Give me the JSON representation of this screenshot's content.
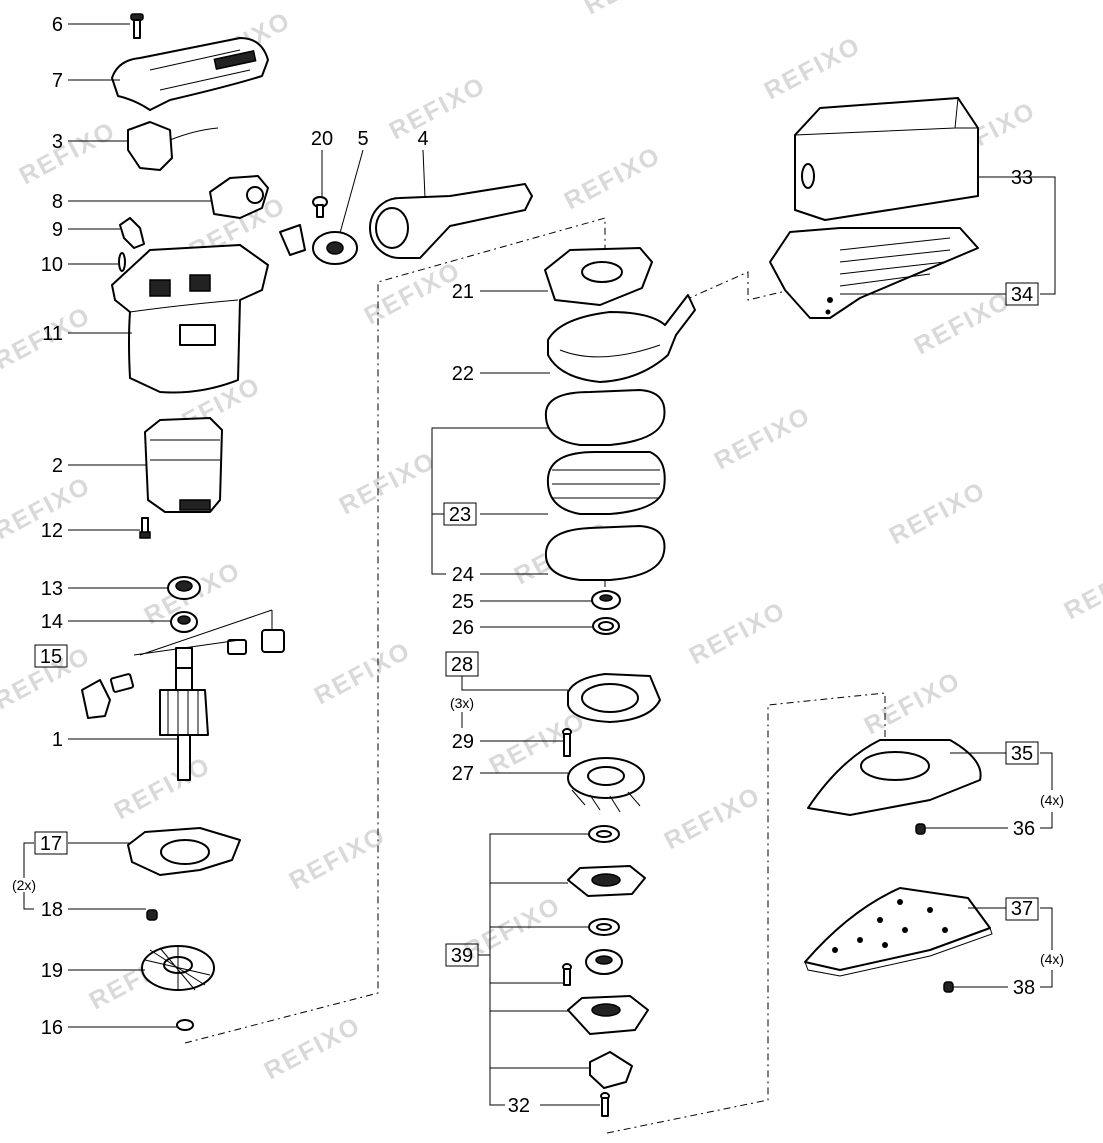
{
  "watermark": "REFIXO",
  "labels": {
    "p1": "1",
    "p2": "2",
    "p3": "3",
    "p4": "4",
    "p5": "5",
    "p6": "6",
    "p7": "7",
    "p8": "8",
    "p9": "9",
    "p10": "10",
    "p11": "11",
    "p12": "12",
    "p13": "13",
    "p14": "14",
    "p15": "15",
    "p16": "16",
    "p17": "17",
    "p18": "18",
    "p19": "19",
    "p20": "20",
    "p21": "21",
    "p22": "22",
    "p23": "23",
    "p24": "24",
    "p25": "25",
    "p26": "26",
    "p27": "27",
    "p28": "28",
    "p29": "29",
    "p32": "32",
    "p33": "33",
    "p34": "34",
    "p35": "35",
    "p36": "36",
    "p37": "37",
    "p38": "38",
    "p39": "39"
  },
  "qty": {
    "q17": "(2x)",
    "q28": "(3x)",
    "q35": "(4x)",
    "q37": "(4x)"
  }
}
